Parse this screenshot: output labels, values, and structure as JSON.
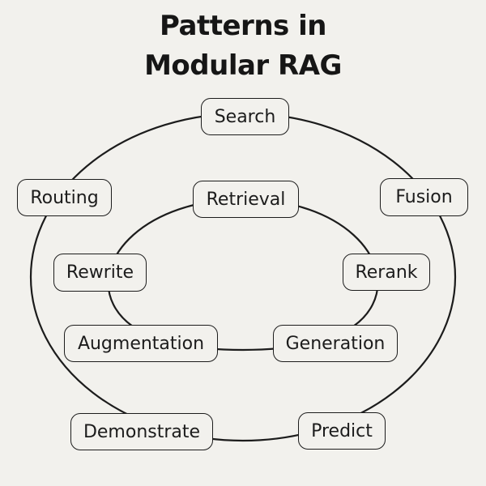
{
  "title": {
    "line1": "Patterns in",
    "line2": "Modular RAG"
  },
  "colors": {
    "background": "#f2f1ed",
    "stroke": "#1c1c1c",
    "text": "#1c1c1c"
  },
  "outer_ring": {
    "search": "Search",
    "fusion": "Fusion",
    "routing": "Routing",
    "predict": "Predict",
    "demonstrate": "Demonstrate"
  },
  "inner_ring": {
    "retrieval": "Retrieval",
    "rerank": "Rerank",
    "rewrite": "Rewrite",
    "generation": "Generation",
    "augmentation": "Augmentation"
  }
}
